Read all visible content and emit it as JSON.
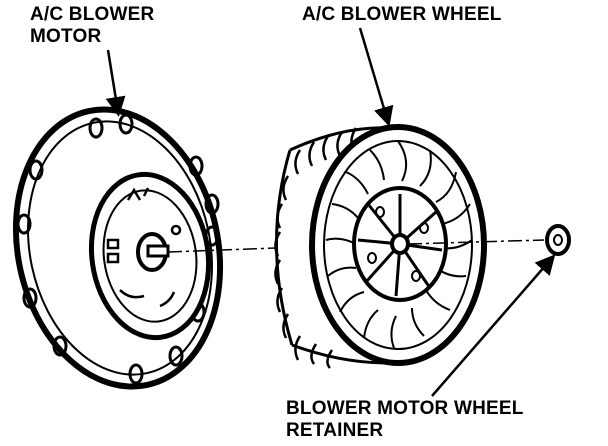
{
  "labels": {
    "motor_line1": "A/C BLOWER",
    "motor_line2": "MOTOR",
    "wheel": "A/C BLOWER WHEEL",
    "retainer_line1": "BLOWER MOTOR WHEEL",
    "retainer_line2": "RETAINER"
  },
  "colors": {
    "ink": "#000000",
    "paper": "#ffffff"
  }
}
